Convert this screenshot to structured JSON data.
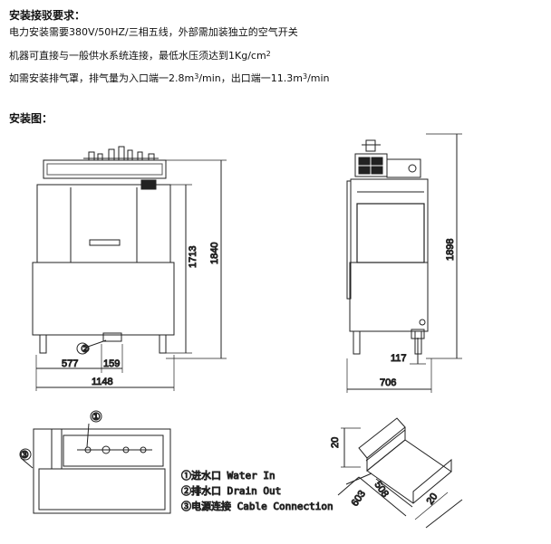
{
  "requirements": {
    "title": "安装接驳要求：",
    "line1": "电力安装需要380V/50HZ/三相五线，外部需加装独立的空气开关",
    "line2_main": "机器可直接与一般供水系统连接，最低水压须达到1Kg/cm",
    "line2_sup": "2",
    "line3_a": "如需安装排气罩，排气量为入口端一2.8m",
    "line3_sup1": "3",
    "line3_b": "/min，出口端一11.3m",
    "line3_sup2": "3",
    "line3_c": "/min"
  },
  "drawing": {
    "title": "安装图：",
    "front_view": {
      "dim_total_height": "1840",
      "dim_body_height": "1713",
      "dim_width": "1148",
      "dim_offset_left": "577",
      "dim_offset_pipe": "159",
      "callout_drain": "②"
    },
    "side_view": {
      "dim_height": "1898",
      "dim_depth": "706",
      "dim_inlet_height": "117"
    },
    "top_view": {
      "callout_inlet": "①",
      "callout_power": "③"
    },
    "rack_detail": {
      "dim_edge_left": "20",
      "dim_edge_right": "20",
      "dim_length": "508",
      "dim_width": "603"
    },
    "legend": [
      {
        "num": "①",
        "text": "进水口 Water In"
      },
      {
        "num": "②",
        "text": "排水口 Drain Out"
      },
      {
        "num": "③",
        "text": "电源连接 Cable Connection"
      }
    ]
  }
}
